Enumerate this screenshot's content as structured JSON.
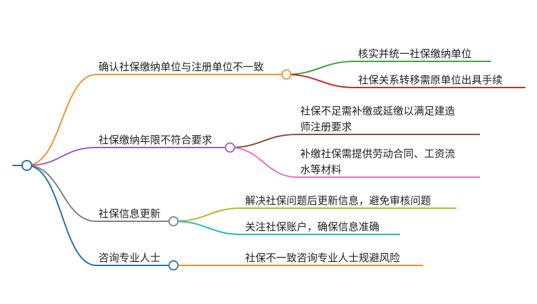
{
  "root": {
    "label": ""
  },
  "branches": [
    {
      "label": "确认社保缴纳单位与注册单位不一致",
      "color": "#f5922f",
      "children": [
        {
          "lines": [
            "核实并统一社保缴纳单位"
          ],
          "color": "#3aa63a"
        },
        {
          "lines": [
            "社保关系转移需原单位出具手续"
          ],
          "color": "#cc2a2a"
        }
      ]
    },
    {
      "label": "社保缴纳年限不符合要求",
      "color": "#9b59c4",
      "children": [
        {
          "lines": [
            "社保不足需补缴或延缴以满足建造",
            "师注册要求"
          ],
          "color": "#8b4a3c"
        },
        {
          "lines": [
            "补缴社保需提供劳动合同、工资流",
            "水等材料"
          ],
          "color": "#ee6fc0"
        }
      ]
    },
    {
      "label": "社保信息更新",
      "color": "#7f7f7f",
      "children": [
        {
          "lines": [
            "解决社保问题后更新信息，避免审核问题"
          ],
          "color": "#b8b52d"
        },
        {
          "lines": [
            "关注社保账户，确保信息准确"
          ],
          "color": "#25b6cc"
        }
      ]
    },
    {
      "label": "咨询专业人士",
      "color": "#2a6fb0",
      "children": [
        {
          "lines": [
            "社保不一致咨询专业人士规避风险"
          ],
          "color": "#f5922f"
        }
      ]
    }
  ]
}
